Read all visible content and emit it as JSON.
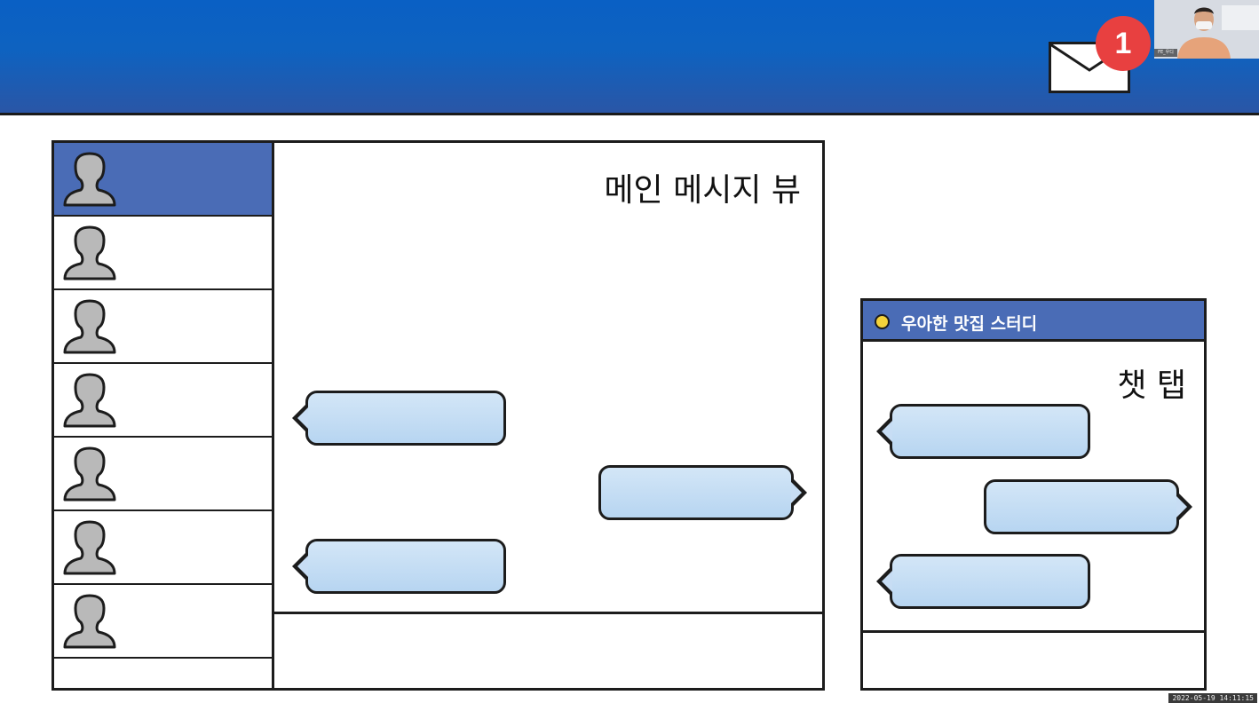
{
  "notification": {
    "count": "1"
  },
  "webcam": {
    "name": "FE_우디"
  },
  "main_view": {
    "title": "메인 메시지 뷰"
  },
  "chat_tab": {
    "room_name": "우아한 맛집 스터디",
    "label": "챗 탭"
  },
  "overlay": {
    "timestamp": "2022-05-19 14:11:15"
  }
}
